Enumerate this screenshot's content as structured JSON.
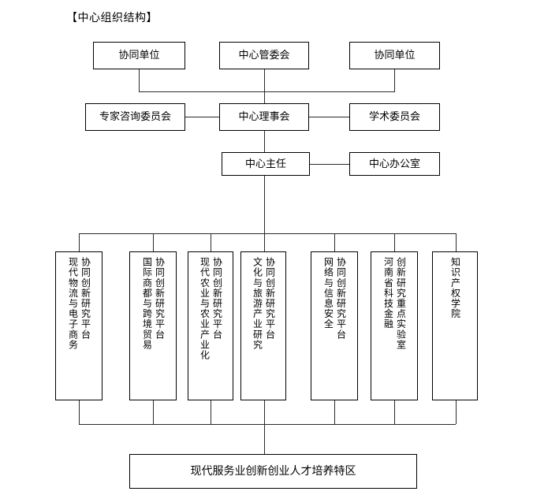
{
  "title": "【中心组织结构】",
  "nodes": {
    "row1": [
      {
        "id": "partner-unit-left",
        "label": "协同单位"
      },
      {
        "id": "center-management-committee",
        "label": "中心管委会"
      },
      {
        "id": "partner-unit-right",
        "label": "协同单位"
      }
    ],
    "row2": [
      {
        "id": "expert-advisory-committee",
        "label": "专家咨询委员会"
      },
      {
        "id": "center-council",
        "label": "中心理事会"
      },
      {
        "id": "academic-committee",
        "label": "学术委员会"
      }
    ],
    "row3": [
      {
        "id": "center-director",
        "label": "中心主任"
      },
      {
        "id": "center-office",
        "label": "中心办公室"
      }
    ],
    "platforms": [
      {
        "id": "platform-logistics-ecommerce",
        "line1": "协同创新研究平台",
        "line2": "现代物流与电子商务"
      },
      {
        "id": "platform-international-trade",
        "line1": "协同创新研究平台",
        "line2": "国际商都与跨境贸易"
      },
      {
        "id": "platform-agriculture",
        "line1": "协同创新研究平台",
        "line2": "现代农业与农业产业化"
      },
      {
        "id": "platform-culture-tourism",
        "line1": "协同创新研究平台",
        "line2": "文化与旅游产业研究"
      },
      {
        "id": "platform-network-security",
        "line1": "协同创新研究平台",
        "line2": "网络与信息安全"
      },
      {
        "id": "lab-sci-tech-finance",
        "line1": "创新研究重点实验室",
        "line2": "河南省科技金融"
      },
      {
        "id": "ip-college",
        "line1": "知识产权学院",
        "line2": ""
      }
    ],
    "bottom": {
      "id": "talent-zone",
      "label": "现代服务业创新创业人才培养特区"
    }
  }
}
